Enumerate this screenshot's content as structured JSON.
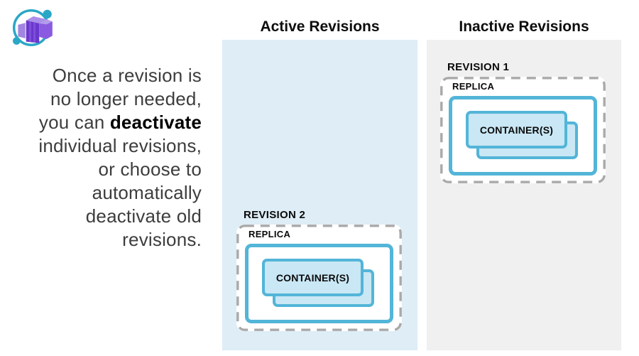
{
  "logo": {
    "name": "azure-container-apps-logo"
  },
  "intro": {
    "lines": [
      "Once a revision is",
      "no longer needed,",
      {
        "pre": "you can ",
        "bold": "deactivate"
      },
      "individual revisions,",
      "or choose to",
      "automatically",
      "deactivate old",
      "revisions."
    ]
  },
  "columns": [
    {
      "id": "active",
      "title": "Active Revisions",
      "background": "#deedf6"
    },
    {
      "id": "inactive",
      "title": "Inactive Revisions",
      "background": "#f0f0f0"
    }
  ],
  "revisions": [
    {
      "label": "REVISION 2",
      "column": "active",
      "replica_label": "REPLICA",
      "container_label": "CONTAINER(S)"
    },
    {
      "label": "REVISION 1",
      "column": "inactive",
      "replica_label": "REPLICA",
      "container_label": "CONTAINER(S)"
    }
  ],
  "colors": {
    "teal_border": "#53b5d8",
    "container_fill": "#c9e7f4",
    "dashed_border": "#a9a9a9",
    "active_panel": "#deedf6",
    "inactive_panel": "#f0f0f0",
    "logo_teal": "#2ba7c6",
    "logo_purple_dark": "#6937cd",
    "logo_purple_mid": "#8a5be0",
    "logo_purple_light": "#ab8fe9"
  }
}
